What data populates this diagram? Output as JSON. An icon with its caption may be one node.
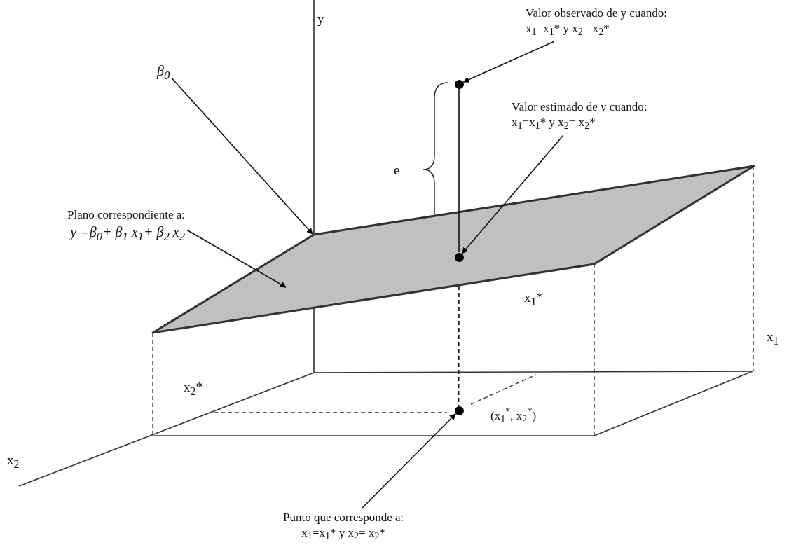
{
  "diagram": {
    "nodes": [
      {
        "text": [
          "Valor observado de y cuando:",
          "x$_{1}$=x$_{1}$* y x$_{2}$= x$_{2}$*"
        ]
      },
      {
        "text": [],
        "shape": "circle"
      },
      {
        "text": [
          "Valor estimado de y cuando:",
          "x$_{1}$=x$_{1}$* y x$_{2}$= x$_{2}$*"
        ]
      },
      {
        "text": [],
        "shape": "circle",
        "in": 5
      },
      {
        "text": [
          "β$_{0}$"
        ]
      },
      {
        "text": [],
        "shape": "parallelogram"
      },
      {
        "text": [
          "Plano correspondiente a:",
          "y =β$_{0}$+ β$_{1}$ x$_{1}$+ β$_{2}$ x$_{2}$"
        ]
      },
      {
        "text": [],
        "shape": "circle"
      },
      {
        "text": [
          "Punto que corresponde a:",
          "x$_{1}$=x$_{1}$* y x$_{2}$= x$_{2}$*"
        ]
      }
    ],
    "edges": [
      {
        "from": 0,
        "to": 1,
        "arrow": "to"
      },
      {
        "from": 2,
        "to": 3,
        "arrow": "to"
      },
      {
        "from": 4,
        "to": 5,
        "arrow": "to"
      },
      {
        "from": 6,
        "to": 5,
        "arrow": "to"
      },
      {
        "from": 8,
        "to": 7,
        "arrow": "to"
      },
      {
        "from": 1,
        "to": 3,
        "arrow": "none"
      },
      {
        "from": 5,
        "to": 7,
        "arrow": "none",
        "style": "dashed"
      }
    ],
    "labels": [
      "y",
      "e",
      "x$_{1}$*",
      "x$_{1}$",
      "x$_{2}$*",
      "(x$_{1}$$^{*}$, x$_{2}$$^{*}$)",
      "x$_{2}$"
    ]
  }
}
